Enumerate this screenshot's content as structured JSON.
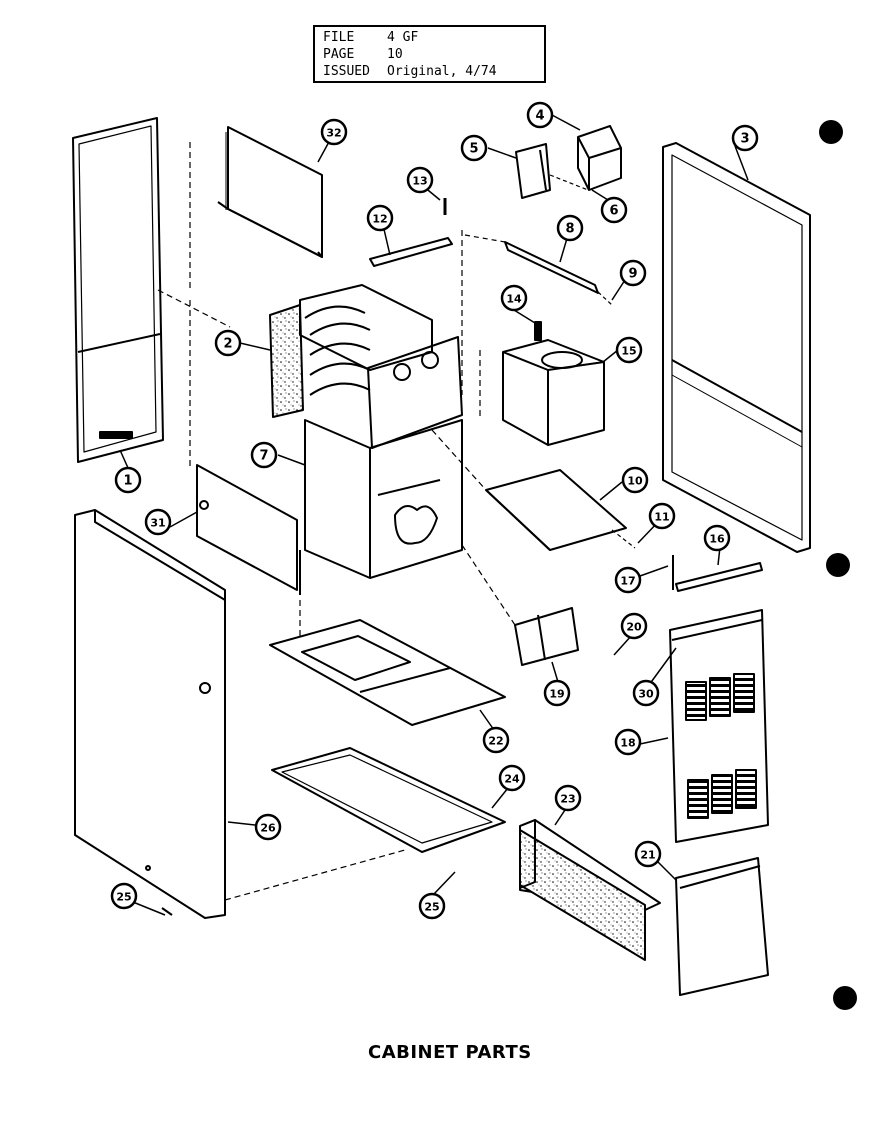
{
  "header": {
    "file_label": "FILE",
    "file_value": "4 GF",
    "page_label": "PAGE",
    "page_value": "10",
    "issued_label": "ISSUED",
    "issued_value": "Original, 4/74"
  },
  "caption": "CABINET PARTS",
  "callouts": [
    "1",
    "2",
    "3",
    "4",
    "5",
    "6",
    "7",
    "8",
    "9",
    "10",
    "11",
    "12",
    "13",
    "14",
    "15",
    "16",
    "17",
    "18",
    "19",
    "20",
    "21",
    "22",
    "23",
    "24",
    "25",
    "25",
    "26",
    "30",
    "31",
    "32"
  ],
  "colors": {
    "ink": "#000000",
    "paper": "#ffffff"
  }
}
